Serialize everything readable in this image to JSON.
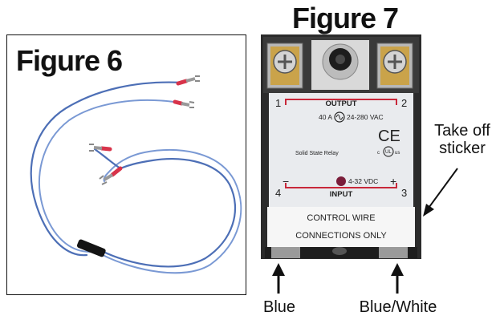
{
  "figure6": {
    "title": "Figure 6"
  },
  "figure7": {
    "title": "Figure 7",
    "relay": {
      "output_label": "OUTPUT",
      "terminal_1": "1",
      "terminal_2": "2",
      "terminal_3": "3",
      "terminal_4": "4",
      "rating": "40 A",
      "voltage_ac": "24-280 VAC",
      "ce_mark": "CE",
      "name": "Solid State Relay",
      "ul_mark": "UL",
      "ul_prefix": "c",
      "ul_suffix": "us",
      "minus": "−",
      "plus": "+",
      "voltage_dc": "4-32 VDC",
      "input_label": "INPUT",
      "sticker_line1": "CONTROL WIRE",
      "sticker_line2": "CONNECTIONS ONLY"
    },
    "callout_line1": "Take off",
    "callout_line2": "sticker",
    "left_wire_label": "Blue",
    "right_wire_label": "Blue/White"
  },
  "colors": {
    "wire_blue": "#5b7fc4",
    "terminal_red": "#d8334a",
    "relay_red": "#c8283a",
    "relay_body": "#e9ebee"
  }
}
